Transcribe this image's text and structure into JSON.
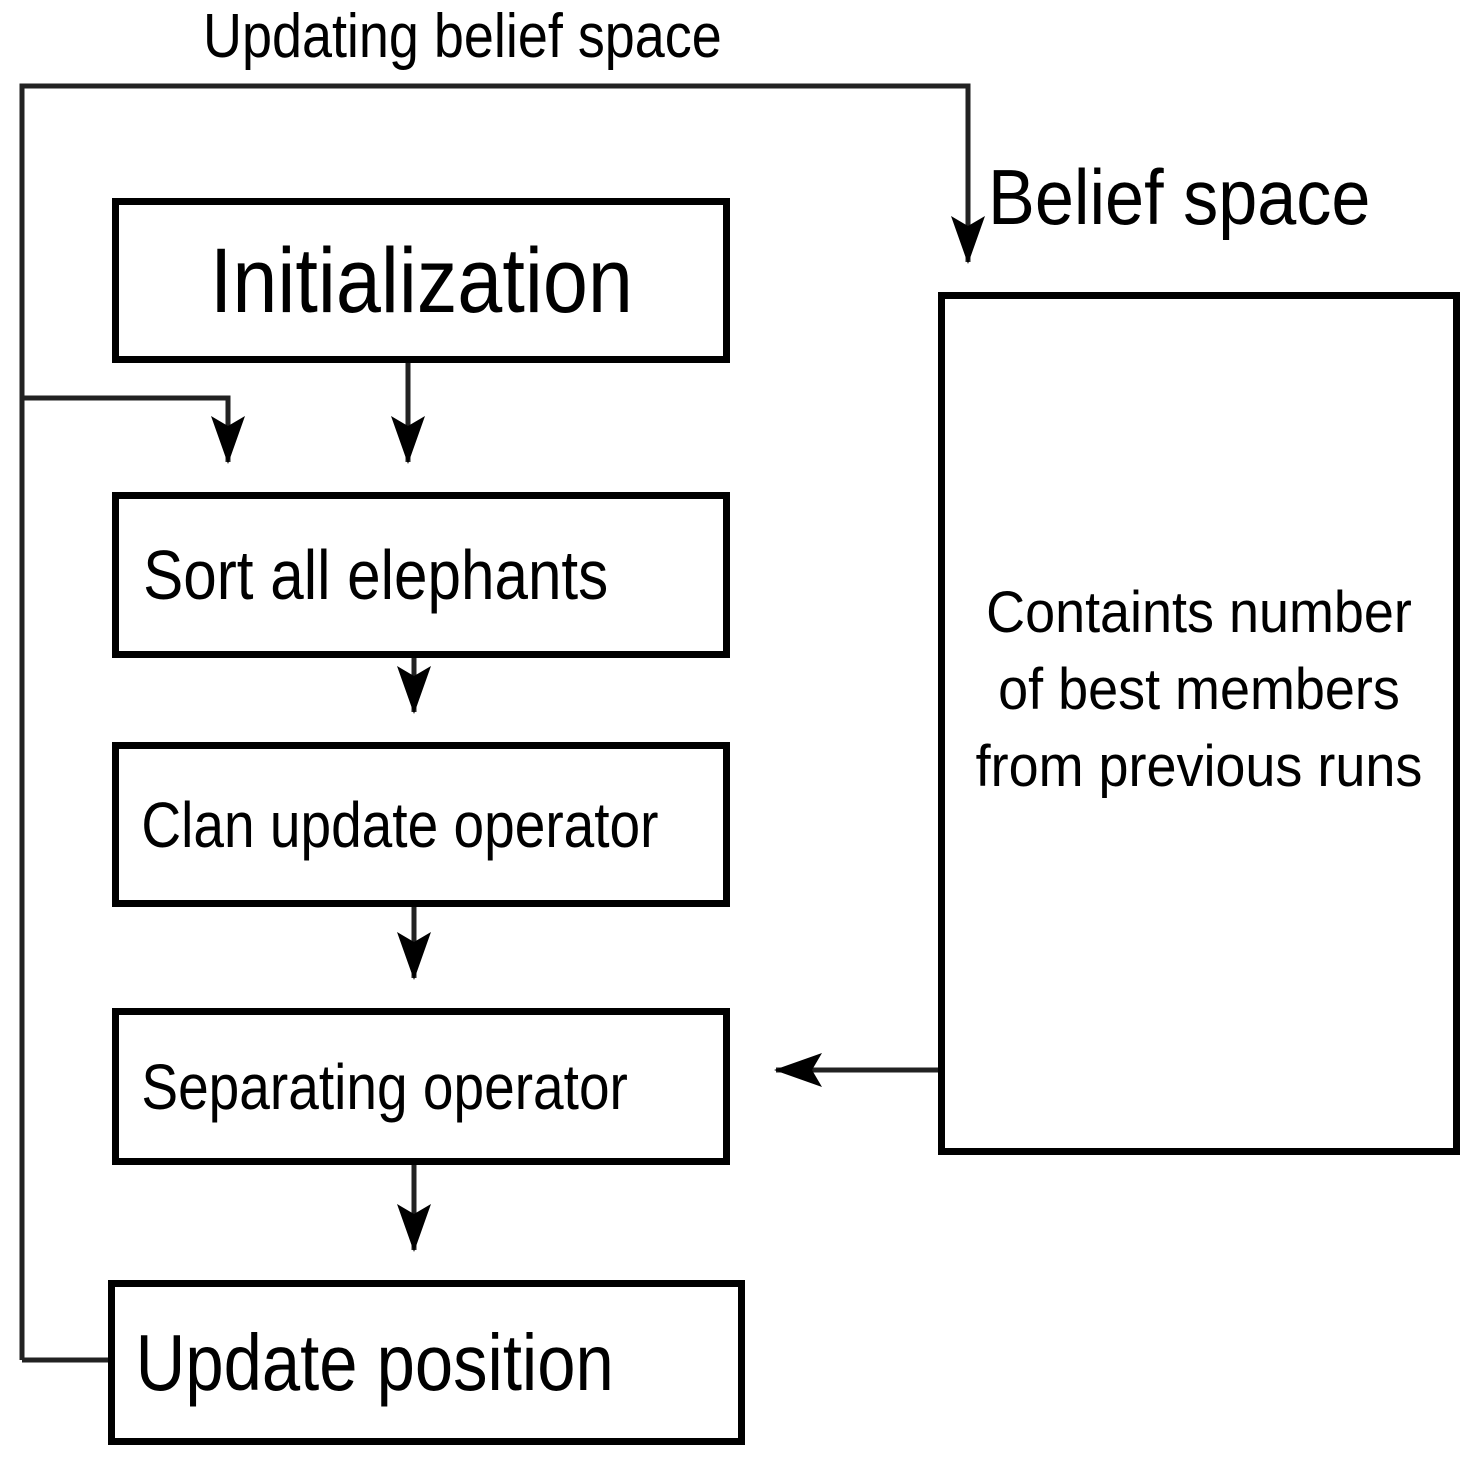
{
  "diagram": {
    "title_top": "Updating belief space",
    "title_right": "Belief space",
    "nodes": {
      "initialization": "Initialization",
      "sort": "Sort all elephants",
      "clan": "Clan update operator",
      "separating": "Separating operator",
      "update": "Update position",
      "belief_body": "Containts number of best members from previous runs"
    },
    "colors": {
      "stroke": "#000000",
      "fill": "#ffffff",
      "connector": "#222222"
    },
    "edges": [
      {
        "name": "initialization-to-sort",
        "from": "initialization",
        "to": "sort"
      },
      {
        "name": "sort-to-clan",
        "from": "sort",
        "to": "clan"
      },
      {
        "name": "clan-to-separating",
        "from": "clan",
        "to": "separating"
      },
      {
        "name": "separating-to-update",
        "from": "separating",
        "to": "update"
      },
      {
        "name": "update-to-sort-loop",
        "from": "update",
        "to": "sort"
      },
      {
        "name": "update-to-belief-loop",
        "from": "update",
        "to": "belief",
        "label": "Updating belief space"
      },
      {
        "name": "belief-to-separating",
        "from": "belief",
        "to": "separating"
      }
    ]
  }
}
